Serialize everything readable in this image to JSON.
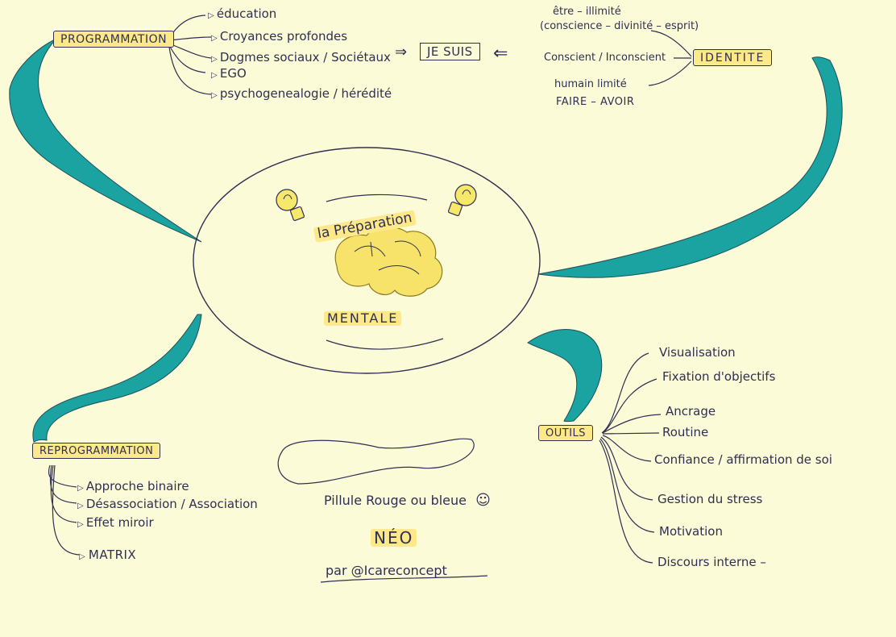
{
  "colors": {
    "paper": "#fcfbd8",
    "teal": "#1aa3a0",
    "highlight": "#fde98a",
    "ink": "#2f2f52",
    "bulb": "#f6e86a",
    "brain": "#f8e36a"
  },
  "center": {
    "line1": "la Préparation",
    "line2": "MENTALE"
  },
  "programmation": {
    "title": "PROGRAMMATION",
    "items": [
      "éducation",
      "Croyances profondes",
      "Dogmes sociaux / Sociétaux",
      "EGO",
      "psychogenealogie / hérédité"
    ]
  },
  "je_suis": {
    "label": "JE SUIS"
  },
  "identite": {
    "title": "IDENTITE",
    "items": [
      "être – illimité",
      "(conscience – divinité – esprit)",
      "Conscient / Inconscient",
      "humain limité",
      "FAIRE – AVOIR"
    ]
  },
  "reprogrammation": {
    "title": "REPROGRAMMATION",
    "items": [
      "Approche binaire",
      "Désassociation / Association",
      "Effet miroir",
      "MATRIX"
    ]
  },
  "outils": {
    "title": "OUTILS",
    "items": [
      "Visualisation",
      "Fixation d'objectifs",
      "Ancrage",
      "Routine",
      "Confiance / affirmation de soi",
      "Gestion du stress",
      "Motivation",
      "Discours interne –"
    ]
  },
  "footer": {
    "line1": "Pillule Rouge ou bleue",
    "smiley": "☺",
    "line2": "NÉO",
    "line3": "par @Icareconcept"
  }
}
